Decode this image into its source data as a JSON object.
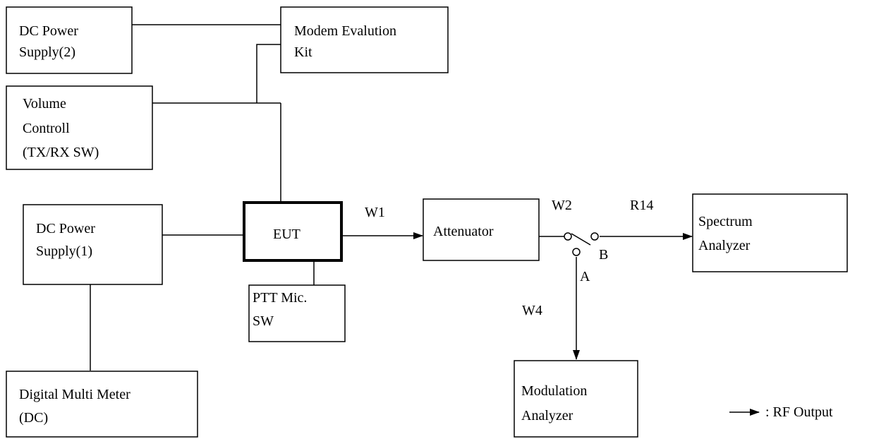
{
  "blocks": {
    "dc_power_2": [
      "DC Power",
      "Supply(2)"
    ],
    "modem_kit": [
      "Modem Evalution",
      "Kit"
    ],
    "volume_control": [
      "Volume",
      "Controll",
      "(TX/RX SW)"
    ],
    "dc_power_1": [
      "DC Power",
      "Supply(1)"
    ],
    "eut": "EUT",
    "ptt_mic": [
      "PTT Mic.",
      "SW"
    ],
    "attenuator": "Attenuator",
    "spectrum_analyzer": [
      "Spectrum",
      "Analyzer"
    ],
    "modulation_analyzer": [
      "Modulation",
      "Analyzer"
    ],
    "digital_multimeter": [
      "Digital Multi Meter",
      "(DC)"
    ]
  },
  "wire_labels": {
    "w1": "W1",
    "w2": "W2",
    "r14": "R14",
    "w4": "W4"
  },
  "switch_labels": {
    "a": "A",
    "b": "B"
  },
  "legend": {
    "label": ": RF Output"
  }
}
